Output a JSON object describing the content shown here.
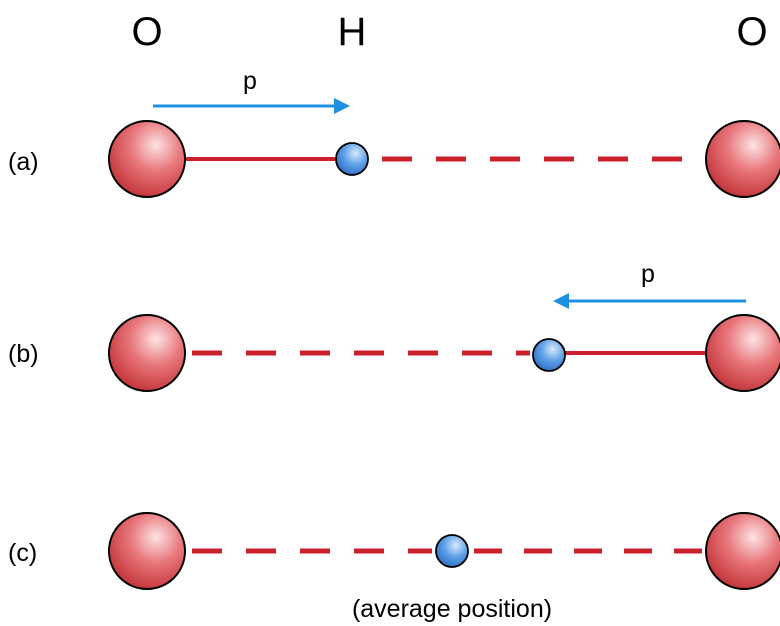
{
  "header": {
    "left_atom": "O",
    "middle_atom": "H",
    "right_atom": "O"
  },
  "rows": [
    {
      "label": "(a)",
      "momentum_label": "p",
      "arrow_direction": "right",
      "hydrogen_near": "left oxygen"
    },
    {
      "label": "(b)",
      "momentum_label": "p",
      "arrow_direction": "left",
      "hydrogen_near": "right oxygen"
    },
    {
      "label": "(c)",
      "hydrogen_near": "center"
    }
  ],
  "caption": "(average position)",
  "colors": {
    "bond": "#cc1f2c",
    "arrow": "#1e90e0",
    "oxygen_highlight": "#fde3e4",
    "oxygen_mid": "#e8777b",
    "oxygen_dark": "#c02e33",
    "hydrogen_highlight": "#d8eafd",
    "hydrogen_mid": "#5c9fe6",
    "hydrogen_dark": "#2d6cc4"
  }
}
